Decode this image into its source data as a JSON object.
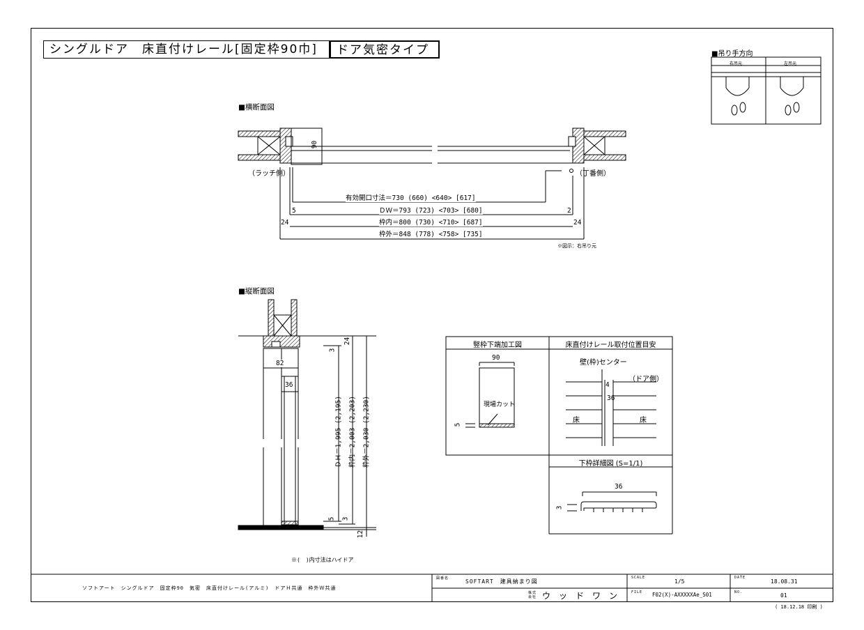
{
  "title": {
    "main": "シングルドア　床直付けレール[固定枠90巾]",
    "sub": "ドア気密タイプ"
  },
  "swing_direction": {
    "heading": "■吊り手方向",
    "right": "右吊元",
    "left": "左吊元"
  },
  "horizontal_section": {
    "heading": "■横断面図",
    "latch_side": "（ラッチ側）",
    "hinge_side": "（丁番側）",
    "frame_depth": "90",
    "dims": {
      "effective_opening": "有効開口寸法＝730 (660) <640> [617]",
      "dw": "ＤＷ＝793 (723) <703> [680]",
      "frame_inner": "枠内＝800 (730) <710> [687]",
      "frame_outer": "枠外＝848 (778) <758> [735]",
      "offset_latch": "5",
      "offset_hinge": "2",
      "frame_left": "24",
      "frame_right": "24"
    },
    "note": "※図示：右吊り元"
  },
  "vertical_section": {
    "heading": "■縦断面図",
    "dims": {
      "top_24": "24",
      "top_3": "3",
      "w82": "82",
      "w36": "36",
      "dh": "ＤＨ＝1,995 (2,195)",
      "inner": "枠内＝2,003 (2,203)",
      "outer": "枠外＝2,030 (2,230)",
      "bottom_5": "5",
      "bottom_3": "3",
      "bottom_12": "12"
    },
    "note": "※(　)内寸法はハイドア"
  },
  "detail_table": {
    "cell1_title": "竪枠下端加工図",
    "cell1_width": "90",
    "cell1_label": "現場カット",
    "cell1_dim": "5",
    "cell2_title": "床直付けレール取付位置目安",
    "cell2_center": "壁(枠)センター",
    "cell2_door": "（ドア側）",
    "cell2_d4": "4",
    "cell2_d36": "36",
    "cell2_floor_l": "床",
    "cell2_floor_r": "床",
    "cell3_title": "下枠詳細図 (S=1/1)",
    "cell3_width": "36",
    "cell3_height": "3"
  },
  "title_block": {
    "description": "ソフトアート　シングルドア　固定枠90　気密　床直付けレール(アルミ)　ドアＨ共通　枠外Ｗ共通",
    "dwg_label": "図番名",
    "dwg": "SOFTART　建具納まり図",
    "company_prefix": "株式会社",
    "company": "ウ　ッ　ド　ワ　ン",
    "scale_label": "SCALE",
    "scale": "1/5",
    "file_label": "FILE",
    "file": "F02(X)-AXXXXXAe_S01",
    "date_label": "DATE",
    "date": "18.08.31",
    "no_label": "NO.",
    "no": "01",
    "printed": "( 18.12.18 印刷 )"
  }
}
